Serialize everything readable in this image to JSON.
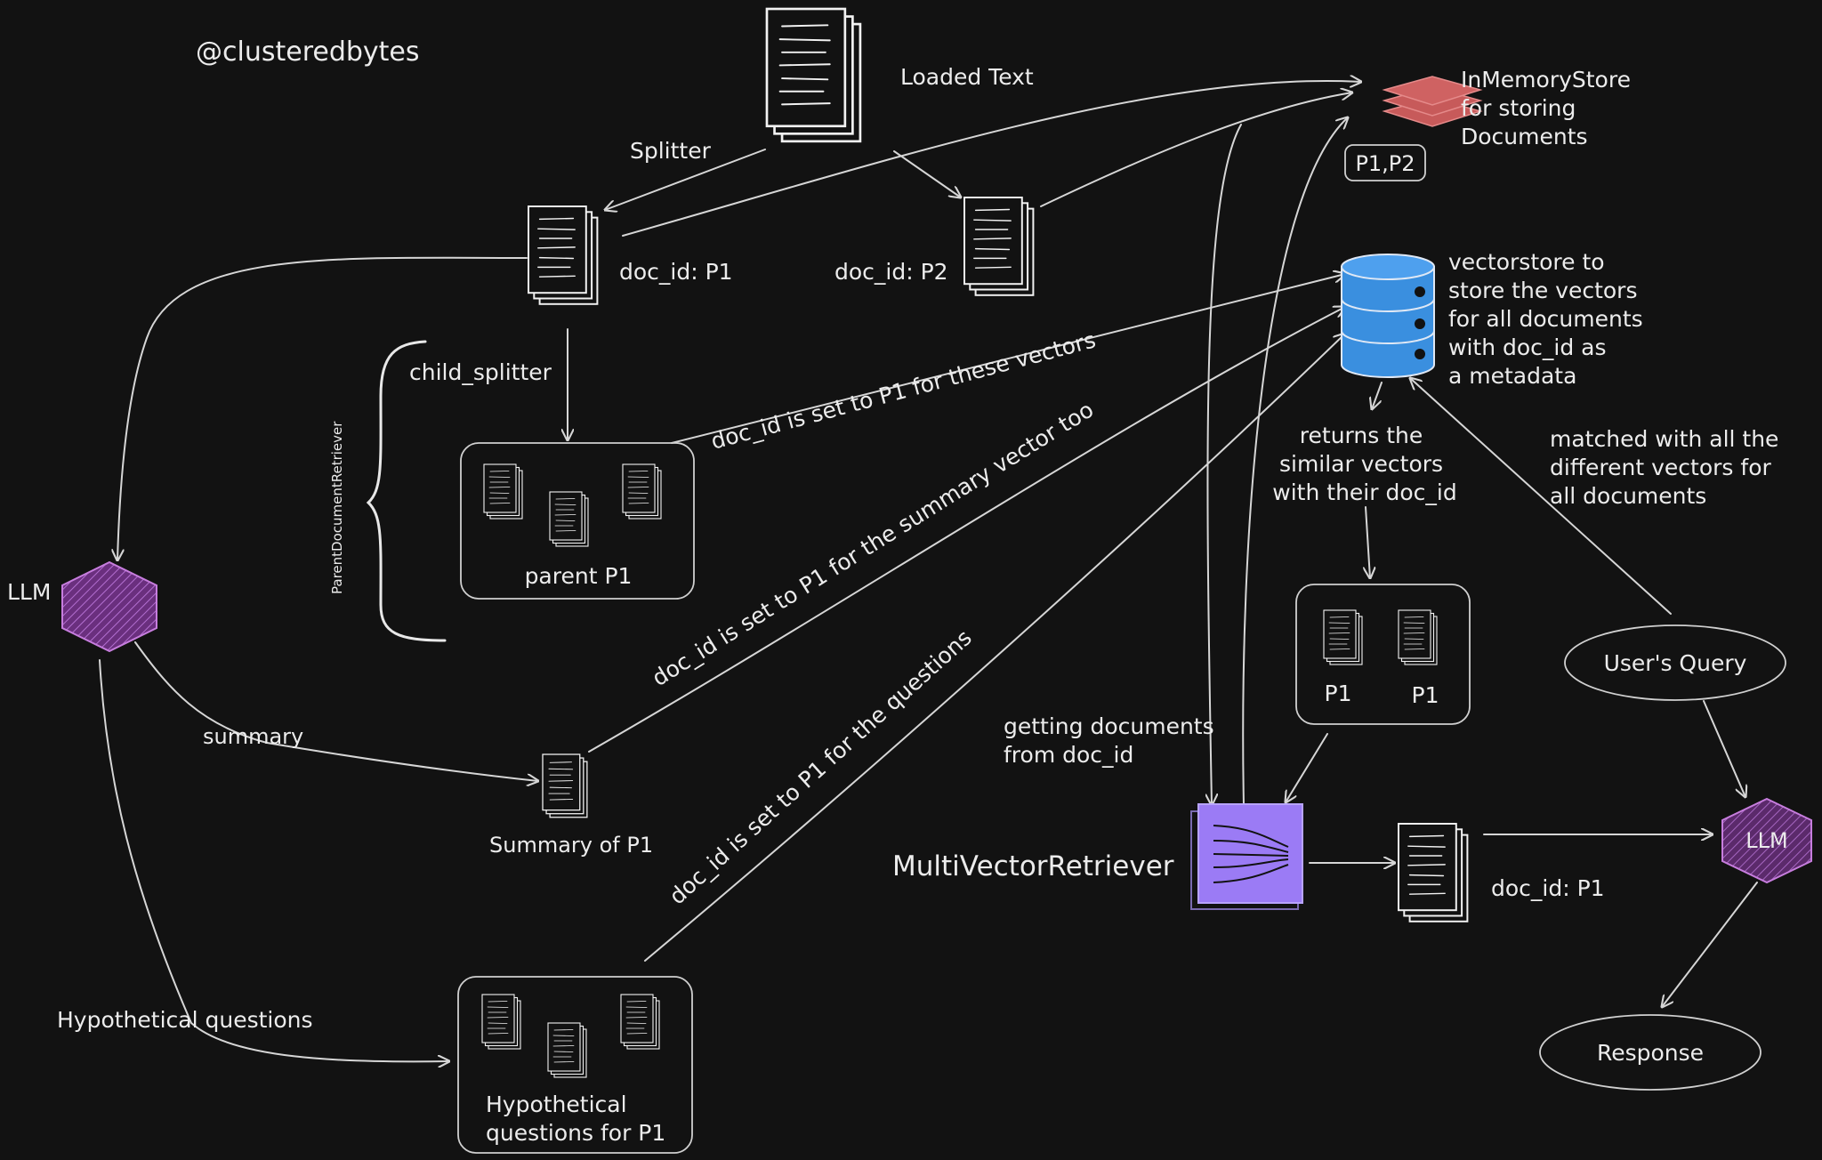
{
  "watermark": "@clusteredbytes",
  "loaded_text": "Loaded Text",
  "splitter": "Splitter",
  "doc_p1": "doc_id: P1",
  "doc_p2": "doc_id: P2",
  "in_memory_store": [
    "InMemoryStore",
    "for storing",
    "Documents"
  ],
  "p1p2": "P1,P2",
  "vectorstore": [
    "vectorstore to",
    "store the vectors",
    "for all documents",
    "with doc_id as",
    "a metadata"
  ],
  "child_splitter": "child_splitter",
  "parent_doc_retriever": "ParentDocumentRetriever",
  "parent_p1": "parent P1",
  "llm_left": "LLM",
  "summary": "summary",
  "summary_of_p1": "Summary of P1",
  "hypothetical_questions": "Hypothetical questions",
  "hypothetical_for_p1": [
    "Hypothetical",
    "questions for P1"
  ],
  "edge_parent": "doc_id is set to P1 for these vectors",
  "edge_summary": "doc_id is set to P1 for the summary vector too",
  "edge_questions": "doc_id is set to P1 for the questions",
  "returns_similar": [
    "returns the",
    "similar vectors",
    "with their doc_id"
  ],
  "result_p1_a": "P1",
  "result_p1_b": "P1",
  "getting_docs": [
    "getting documents",
    "from doc_id"
  ],
  "multi_vector_retriever": "MultiVectorRetriever",
  "doc_result": "doc_id: P1",
  "matched_with": [
    "matched with all the",
    "different vectors for",
    "all documents"
  ],
  "users_query": "User's Query",
  "llm_right": "LLM",
  "response": "Response",
  "colors": {
    "background": "#121212",
    "llm_purple": "#7c3f8f",
    "llm_stroke": "#c77dde",
    "store_red": "#c75a5a",
    "vector_blue": "#3a8fdf",
    "retriever_purple": "#9b7bf5"
  }
}
